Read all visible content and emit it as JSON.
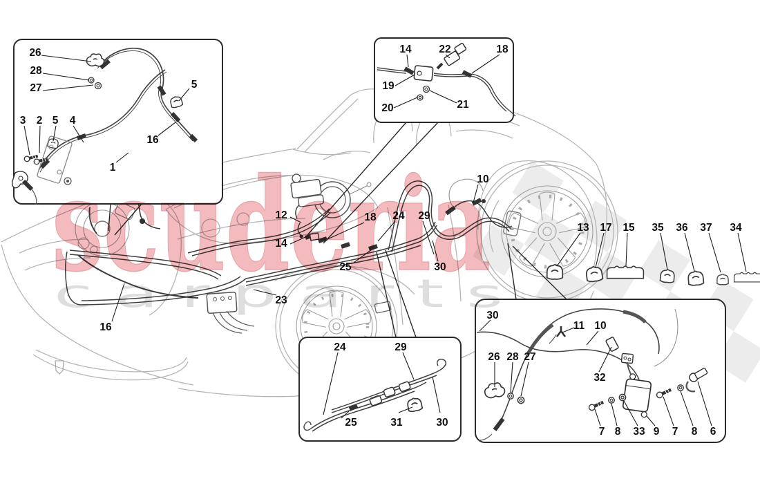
{
  "watermark": {
    "main": "scuderia",
    "sub": "c a r  p a r t s",
    "main_color": "#f3bbbe",
    "sub_color": "#dedede"
  },
  "colors": {
    "car_line_art": "#b5b5b5",
    "brake_parts": "#404040",
    "label_text": "#111111",
    "checkered_flag": "#ececec",
    "inset_box_border": "#2a2a2a"
  },
  "callouts": {
    "top_left_box": [
      {
        "t": "26"
      },
      {
        "t": "28"
      },
      {
        "t": "27"
      },
      {
        "t": "5"
      },
      {
        "t": "3"
      },
      {
        "t": "2"
      },
      {
        "t": "5"
      },
      {
        "t": "4"
      },
      {
        "t": "16"
      },
      {
        "t": "1"
      }
    ],
    "top_center_box": [
      {
        "t": "14"
      },
      {
        "t": "22"
      },
      {
        "t": "18"
      },
      {
        "t": "19"
      },
      {
        "t": "20"
      },
      {
        "t": "21"
      }
    ],
    "main": [
      {
        "t": "12"
      },
      {
        "t": "14"
      },
      {
        "t": "18"
      },
      {
        "t": "24"
      },
      {
        "t": "29"
      },
      {
        "t": "10"
      },
      {
        "t": "25"
      },
      {
        "t": "30"
      },
      {
        "t": "23"
      },
      {
        "t": "16"
      }
    ],
    "clips_row": [
      {
        "t": "13"
      },
      {
        "t": "17"
      },
      {
        "t": "15"
      },
      {
        "t": "35"
      },
      {
        "t": "36"
      },
      {
        "t": "37"
      },
      {
        "t": "34"
      }
    ],
    "bottom_center_box": [
      {
        "t": "24"
      },
      {
        "t": "29"
      },
      {
        "t": "25"
      },
      {
        "t": "31"
      },
      {
        "t": "30"
      }
    ],
    "bottom_right_box": [
      {
        "t": "30"
      },
      {
        "t": "11"
      },
      {
        "t": "10"
      },
      {
        "t": "26"
      },
      {
        "t": "28"
      },
      {
        "t": "27"
      },
      {
        "t": "32"
      },
      {
        "t": "7"
      },
      {
        "t": "8"
      },
      {
        "t": "33"
      },
      {
        "t": "9"
      },
      {
        "t": "7"
      },
      {
        "t": "8"
      },
      {
        "t": "6"
      }
    ]
  }
}
